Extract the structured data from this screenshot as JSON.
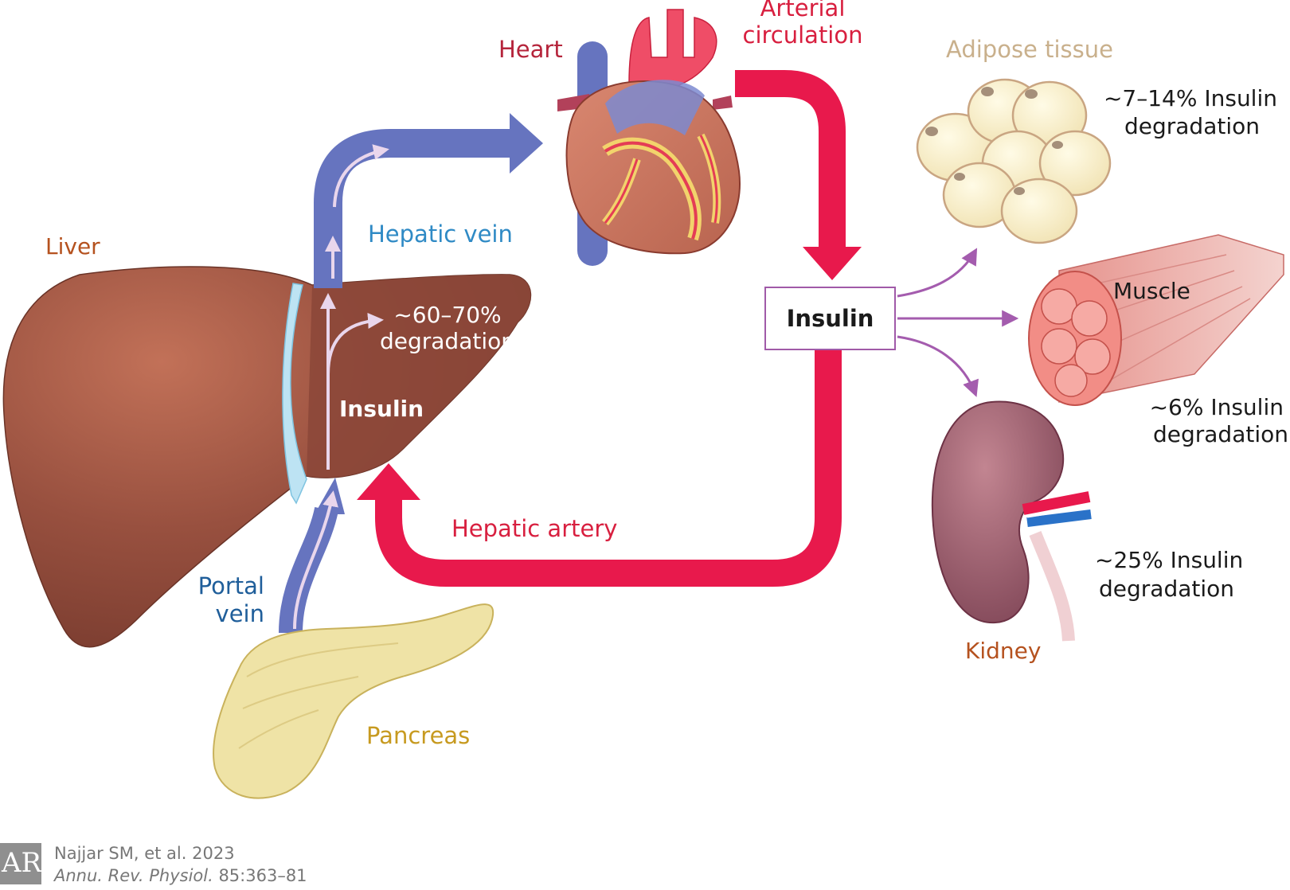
{
  "labels": {
    "heart": "Heart",
    "arterial_circulation_1": "Arterial",
    "arterial_circulation_2": "circulation",
    "adipose_tissue": "Adipose tissue",
    "adipose_pct_1": "~7–14% Insulin",
    "adipose_pct_2": "degradation",
    "liver": "Liver",
    "hepatic_vein": "Hepatic vein",
    "liver_pct_1": "~60–70%",
    "liver_pct_2": "degradation",
    "liver_insulin": "Insulin",
    "center_insulin": "Insulin",
    "muscle": "Muscle",
    "muscle_pct_1": "~6% Insulin",
    "muscle_pct_2": "degradation",
    "hepatic_artery": "Hepatic artery",
    "portal_vein_1": "Portal",
    "portal_vein_2": "vein",
    "kidney_pct_1": "~25% Insulin",
    "kidney_pct_2": "degradation",
    "kidney": "Kidney",
    "pancreas": "Pancreas"
  },
  "footer": {
    "logo_letters": "AR",
    "citation_line_1": "Najjar SM, et al. 2023",
    "journal": "Annu. Rev. Physiol.",
    "volume_pages": " 85:363–81"
  },
  "colors": {
    "arterial_red": "#e8194c",
    "venous_blue": "#6674bf",
    "liver_brown": "#8e4a3b",
    "pancreas_yellow": "#efe3a6",
    "purple_arrow": "#a45cae",
    "label_blue": "#2f74b5",
    "label_red": "#d81f3f",
    "label_orange": "#b5521f",
    "label_gold": "#c79a20",
    "label_tan": "#c9b08c"
  }
}
